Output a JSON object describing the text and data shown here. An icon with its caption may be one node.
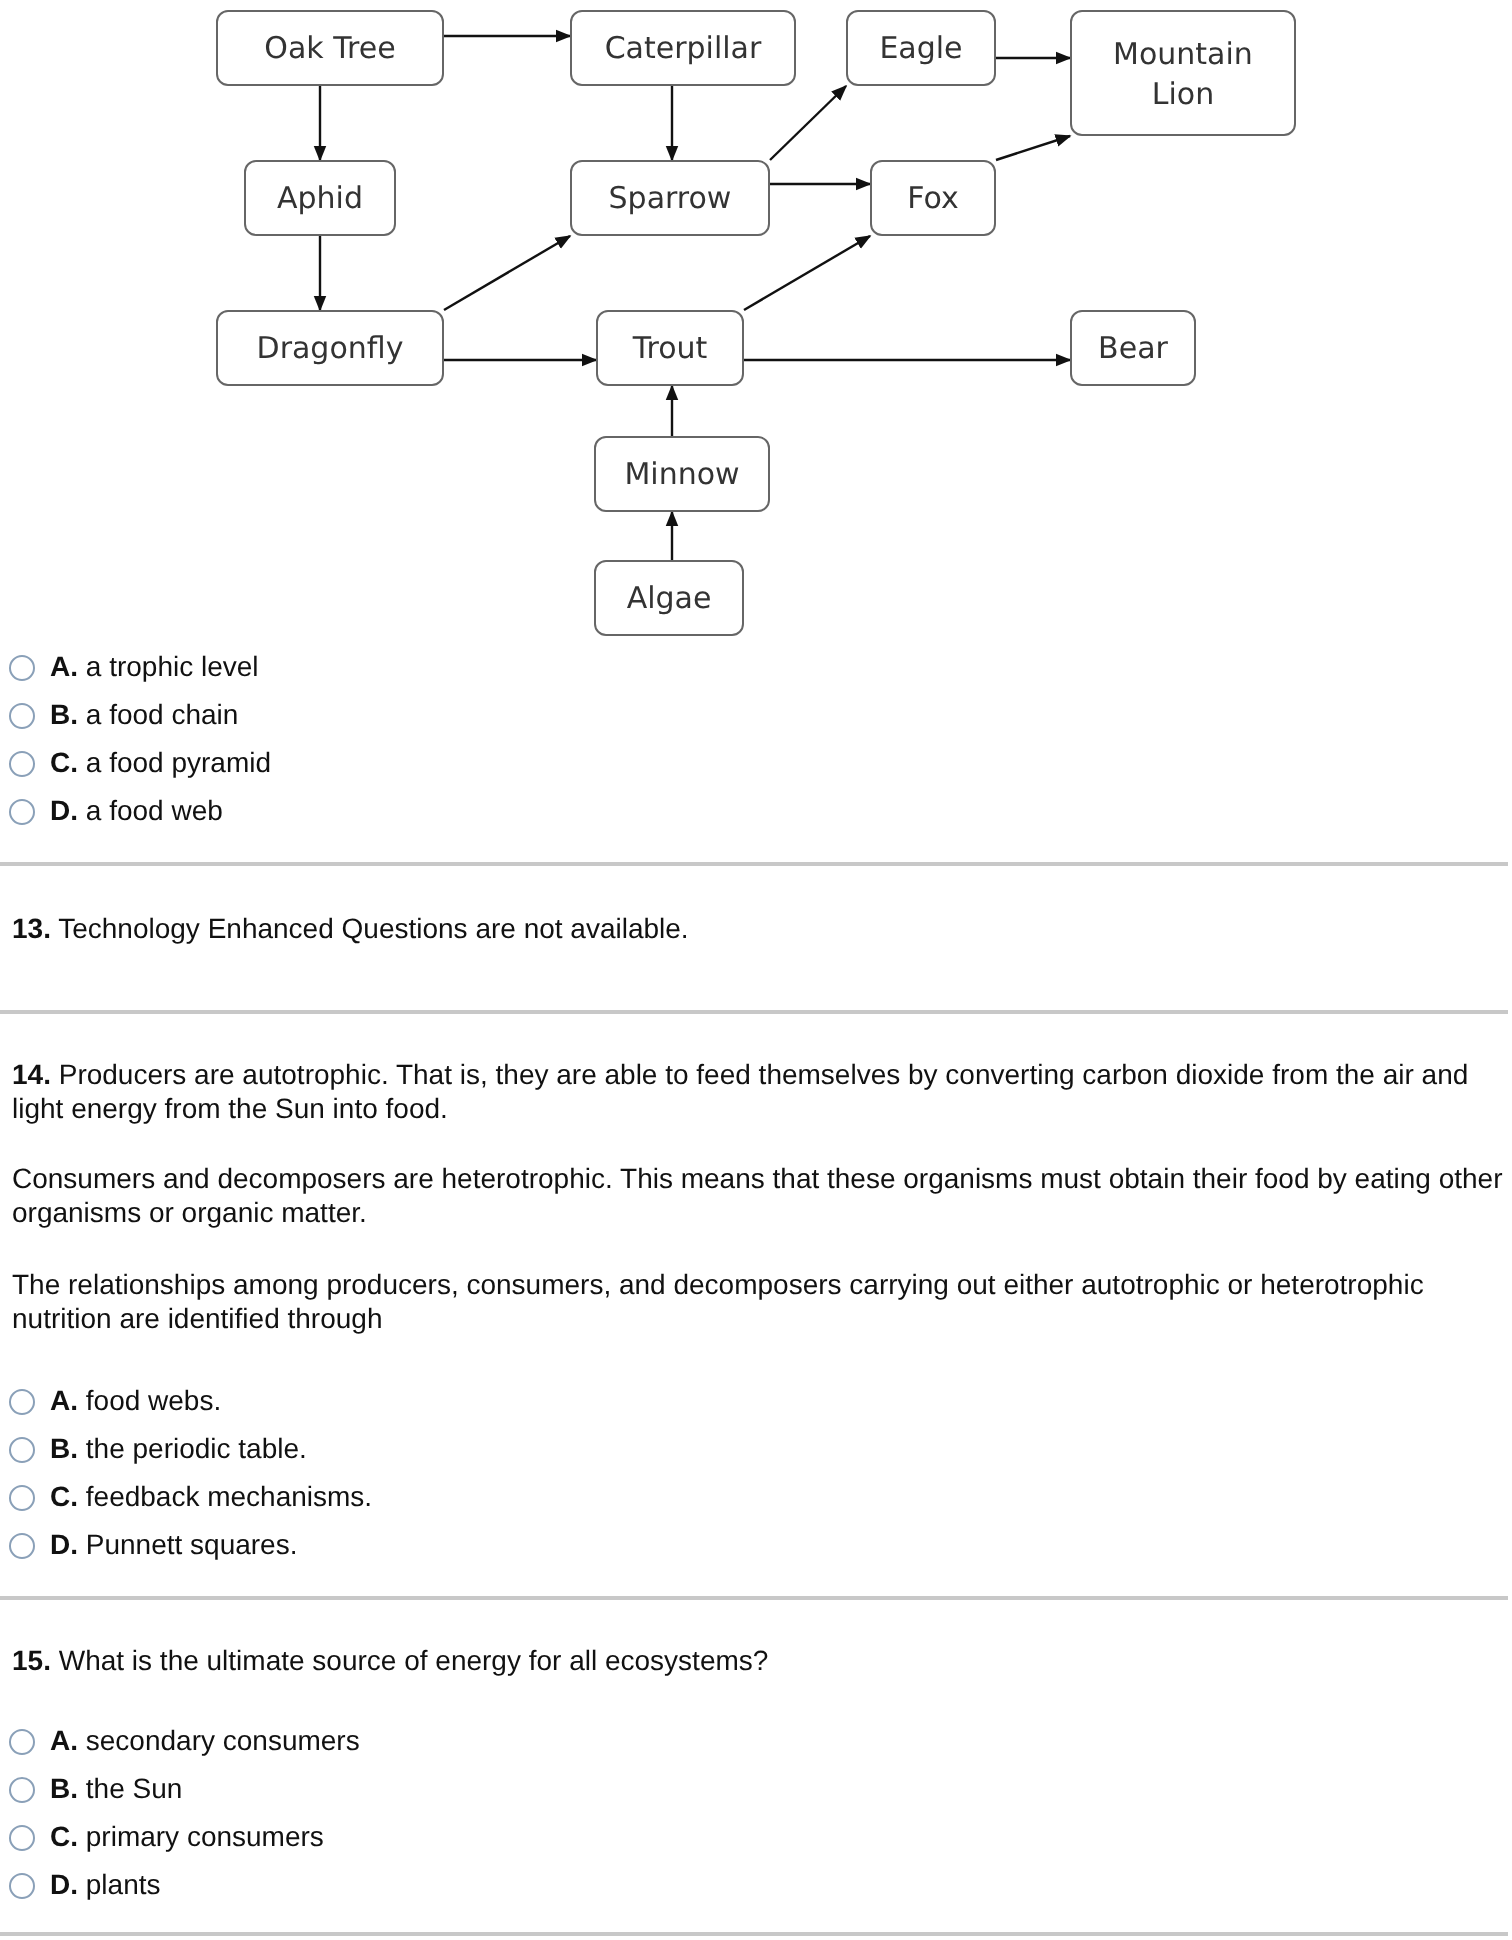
{
  "diagram": {
    "nodes": [
      {
        "text": [
          "Oak Tree"
        ]
      },
      {
        "text": [
          "Caterpillar"
        ]
      },
      {
        "text": [
          "Eagle"
        ]
      },
      {
        "text": [
          "Mountain Lion"
        ]
      },
      {
        "text": [
          "Aphid"
        ]
      },
      {
        "text": [
          "Sparrow"
        ]
      },
      {
        "text": [
          "Fox"
        ]
      },
      {
        "text": [
          "Dragonfly"
        ]
      },
      {
        "text": [
          "Trout"
        ]
      },
      {
        "text": [
          "Bear"
        ]
      },
      {
        "text": [
          "Minnow"
        ]
      },
      {
        "text": [
          "Algae"
        ]
      }
    ],
    "edges": [
      {
        "from": 0,
        "to": 1,
        "arrow": "to"
      },
      {
        "from": 0,
        "to": 4,
        "arrow": "to"
      },
      {
        "from": 1,
        "to": 5,
        "arrow": "to"
      },
      {
        "from": 4,
        "to": 7,
        "arrow": "to"
      },
      {
        "from": 5,
        "to": 2,
        "arrow": "to"
      },
      {
        "from": 5,
        "to": 6,
        "arrow": "to"
      },
      {
        "from": 2,
        "to": 3,
        "arrow": "to"
      },
      {
        "from": 6,
        "to": 3,
        "arrow": "to"
      },
      {
        "from": 7,
        "to": 5,
        "arrow": "to"
      },
      {
        "from": 7,
        "to": 8,
        "arrow": "to"
      },
      {
        "from": 8,
        "to": 6,
        "arrow": "to"
      },
      {
        "from": 8,
        "to": 9,
        "arrow": "to"
      },
      {
        "from": 10,
        "to": 8,
        "arrow": "to"
      },
      {
        "from": 11,
        "to": 10,
        "arrow": "to"
      }
    ],
    "labels": [
      "**A.** a trophic level",
      "**B.** a food chain",
      "**C.** a food pyramid",
      "**D.** a food web",
      "**13.** Technology Enhanced Questions are not available.",
      "**14.** Producers are autotrophic. That is, they are able to feed themselves by converting carbon dioxide from the air and light energy from the Sun into food.",
      "Consumers and decomposers are heterotrophic. This means that these organisms must obtain their food by eating other organisms or organic matter.",
      "The relationships among producers, consumers, and decomposers carrying out either autotrophic or heterotrophic nutrition are identified through",
      "**A.** food webs.",
      "**B.** the periodic table.",
      "**C.** feedback mechanisms.",
      "**D.** Punnett squares.",
      "**15.** What is the ultimate source of energy for all ecosystems?",
      "**A.** secondary consumers",
      "**B.** the Sun",
      "**C.** primary consumers",
      "**D.** plants"
    ]
  }
}
